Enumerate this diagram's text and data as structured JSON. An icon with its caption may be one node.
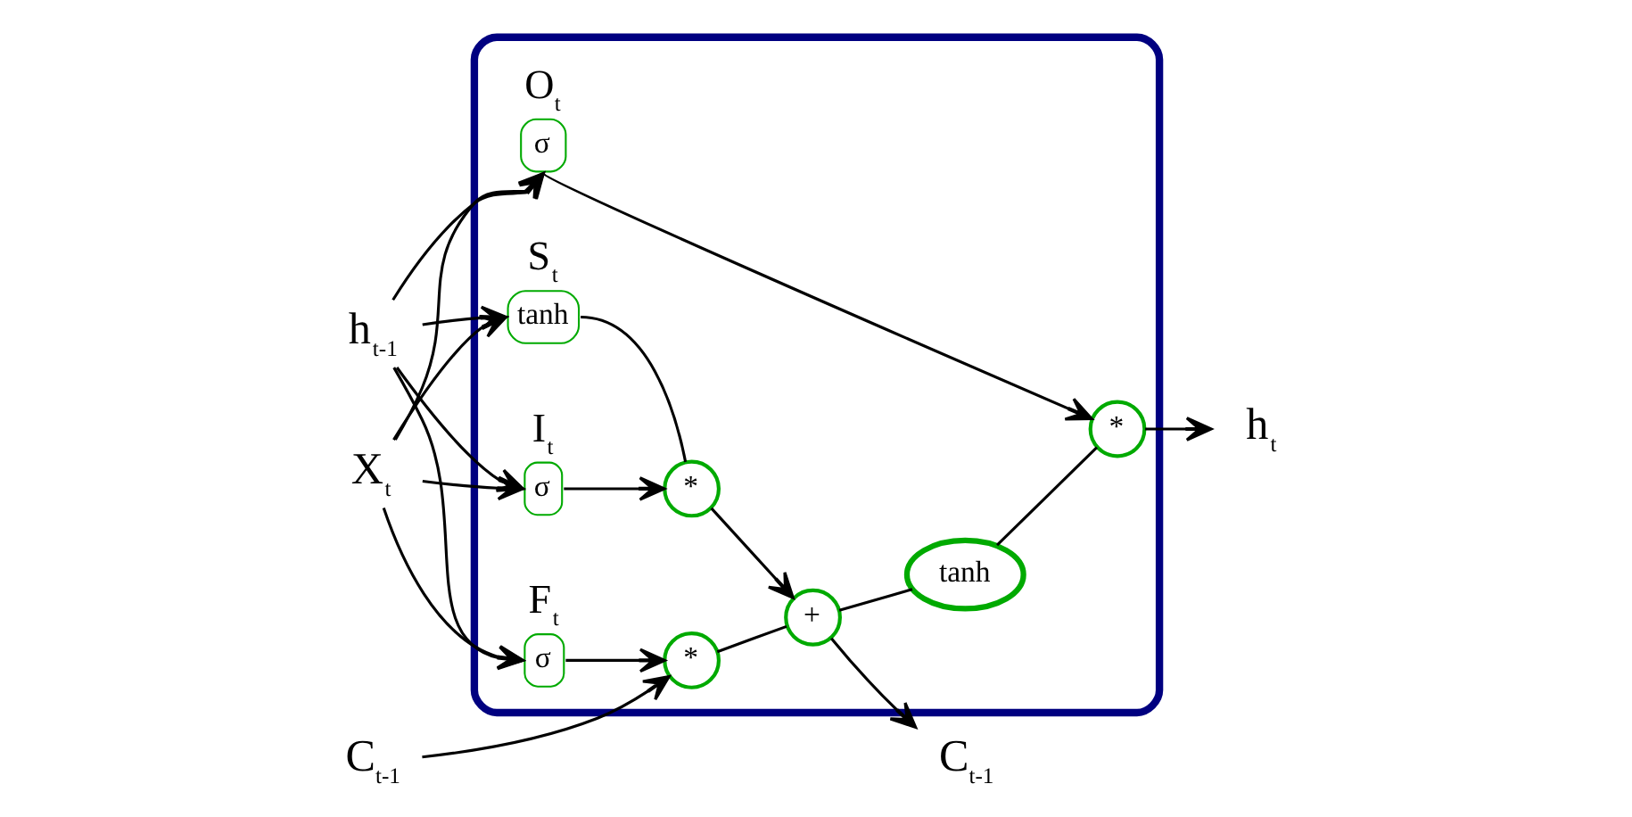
{
  "diagram": {
    "nodes": [
      {
        "text": [],
        "shape": "box"
      },
      {
        "text": [
          "C$_{t-1}$"
        ]
      },
      {
        "text": [
          "C$_{t-1}$"
        ]
      },
      {
        "text": [
          "h$_{t-1}$"
        ]
      },
      {
        "text": [
          "h$_{t}$"
        ]
      },
      {
        "text": [
          "X$_{t}$"
        ]
      },
      {
        "text": [
          "*"
        ],
        "in": 0
      },
      {
        "text": [
          "+"
        ],
        "in": 0
      },
      {
        "text": [
          "tanh"
        ],
        "in": 0
      },
      {
        "text": [
          "*"
        ],
        "in": 0
      },
      {
        "text": [
          "*"
        ],
        "in": 0
      },
      {
        "text": [
          "σ"
        ],
        "in": 0,
        "beside": [
          "F$_{t}$"
        ]
      },
      {
        "text": [
          "σ"
        ],
        "in": 0,
        "beside": [
          "I$_{t}$"
        ]
      },
      {
        "text": [
          "tanh"
        ],
        "in": 0,
        "beside": [
          "S$_{t}$"
        ]
      },
      {
        "text": [
          "σ"
        ],
        "in": 0,
        "beside": [
          "O$_{t}$"
        ]
      }
    ],
    "edges": [
      {
        "from": 1,
        "to": 6,
        "arrow": "to"
      },
      {
        "from": 6,
        "to": 7,
        "arrow": "none"
      },
      {
        "from": 7,
        "to": 2,
        "arrow": "to"
      },
      {
        "from": 7,
        "to": 8,
        "arrow": "none"
      },
      {
        "from": 8,
        "to": 10,
        "arrow": "none"
      },
      {
        "from": 10,
        "to": 4,
        "arrow": "to"
      },
      {
        "from": 3,
        "to": 11,
        "arrow": "to"
      },
      {
        "from": 3,
        "to": 12,
        "arrow": "to"
      },
      {
        "from": 3,
        "to": 13,
        "arrow": "to"
      },
      {
        "from": 3,
        "to": 14,
        "arrow": "to"
      },
      {
        "from": 5,
        "to": 11,
        "arrow": "to"
      },
      {
        "from": 5,
        "to": 12,
        "arrow": "to"
      },
      {
        "from": 5,
        "to": 13,
        "arrow": "to"
      },
      {
        "from": 5,
        "to": 14,
        "arrow": "to"
      },
      {
        "from": 11,
        "to": 6,
        "arrow": "to"
      },
      {
        "from": 12,
        "to": 9,
        "arrow": "to"
      },
      {
        "from": 13,
        "to": 9,
        "arrow": "none"
      },
      {
        "from": 9,
        "to": 7,
        "arrow": "to"
      },
      {
        "from": 14,
        "to": 10,
        "arrow": "to"
      }
    ]
  }
}
